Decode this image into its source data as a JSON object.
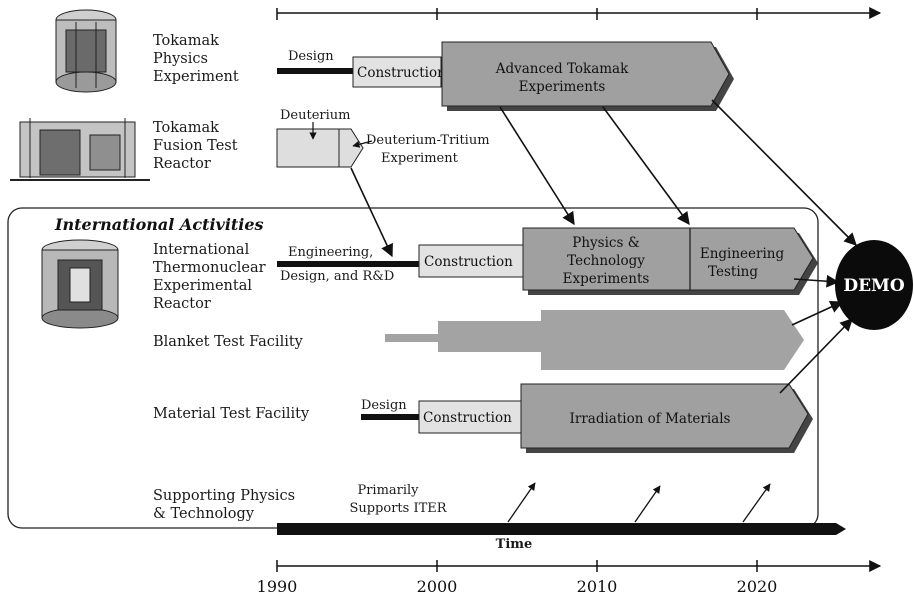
{
  "programs": {
    "tftr_physics": {
      "l1": "Tokamak",
      "l2": "Physics",
      "l3": "Experiment"
    },
    "tftr": {
      "l1": "Tokamak",
      "l2": "Fusion Test",
      "l3": "Reactor"
    },
    "iter": {
      "l1": "International",
      "l2": "Thermonuclear",
      "l3": "Experimental",
      "l4": "Reactor"
    },
    "blanket": "Blanket Test Facility",
    "material": "Material Test Facility",
    "supporting": {
      "l1": "Supporting Physics",
      "l2": "& Technology"
    }
  },
  "section_title": "International Activities",
  "phases": {
    "tpe_design": "Design",
    "tpe_construction": "Construction",
    "tpe_advanced": {
      "l1": "Advanced Tokamak",
      "l2": "Experiments"
    },
    "tftr_deuterium": "Deuterium",
    "tftr_dt": {
      "l1": "Deuterium-Tritium",
      "l2": "Experiment"
    },
    "iter_eng": {
      "l1": "Engineering,",
      "l2": "Design, and R&D"
    },
    "iter_construction": "Construction",
    "iter_physics": {
      "l1": "Physics &",
      "l2": "Technology",
      "l3": "Experiments"
    },
    "iter_eng_testing": {
      "l1": "Engineering",
      "l2": "Testing"
    },
    "mtf_design": "Design",
    "mtf_construction": "Construction",
    "mtf_irradiation": "Irradiation of Materials",
    "support_note": {
      "l1": "Primarily",
      "l2": "Supports ITER"
    },
    "time_label": "Time"
  },
  "demo": "DEMO",
  "timeline": {
    "years": [
      "1990",
      "2000",
      "2010",
      "2020"
    ]
  },
  "colors": {
    "phase_fill": "#9e9e9e",
    "light_fill": "#e4e4e4",
    "blanket_fill": "#a3a3a3",
    "demo_fill": "#0b0b0b"
  }
}
